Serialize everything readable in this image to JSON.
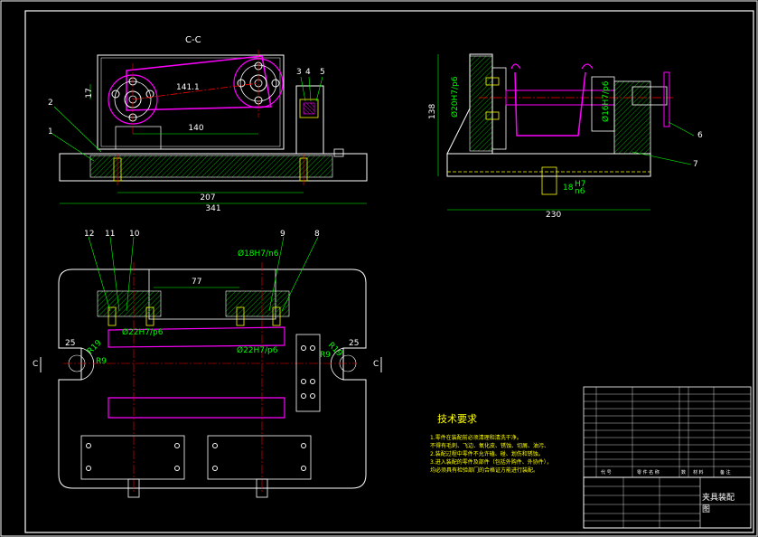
{
  "section_label": "C-C",
  "front_view": {
    "dims": {
      "d141": "141.1",
      "d17": "17",
      "d140": "140",
      "d207": "207",
      "d341": "341"
    },
    "callouts": [
      "1",
      "2",
      "3",
      "4",
      "5"
    ]
  },
  "side_view": {
    "dims": {
      "phi20": "Ø20H7/p6",
      "phi16": "Ø16H7/p6",
      "d138": "138",
      "d230": "230",
      "d18": "18",
      "d18_fit_top": "H7",
      "d18_fit_bottom": "n6"
    },
    "callouts": [
      "6",
      "7"
    ]
  },
  "plan_view": {
    "dims": {
      "phi18": "Ø18H7/n6",
      "d77": "77",
      "phi22a": "Ø22H7/p6",
      "phi22b": "Ø22H7/p6",
      "d25l": "25",
      "d25r": "25",
      "r19l": "R19",
      "r9l": "R9",
      "r19r": "R19",
      "r9r": "R9"
    },
    "callouts": [
      "12",
      "11",
      "10",
      "9",
      "8"
    ],
    "section_marks": [
      "C",
      "C"
    ]
  },
  "notes": {
    "title": "技术要求",
    "lines": [
      "1.零件在装配前必须清理和清洗干净。",
      "  不得有毛刺、飞边、氧化皮、锈蚀、切屑、油污、",
      "2.装配过程中零件不允许磕、碰、划伤和锈蚀。",
      "3.进入装配的零件及部件（包括外购件、外协件），",
      "  均必须具有检验部门的合格证方能进行装配。"
    ]
  },
  "title_block": {
    "name": "夹具装配",
    "name2": "图",
    "header": {
      "no": "代 号",
      "name": "零 件 名 称",
      "qty": "数",
      "material": "材 料",
      "note": "备 注"
    }
  }
}
